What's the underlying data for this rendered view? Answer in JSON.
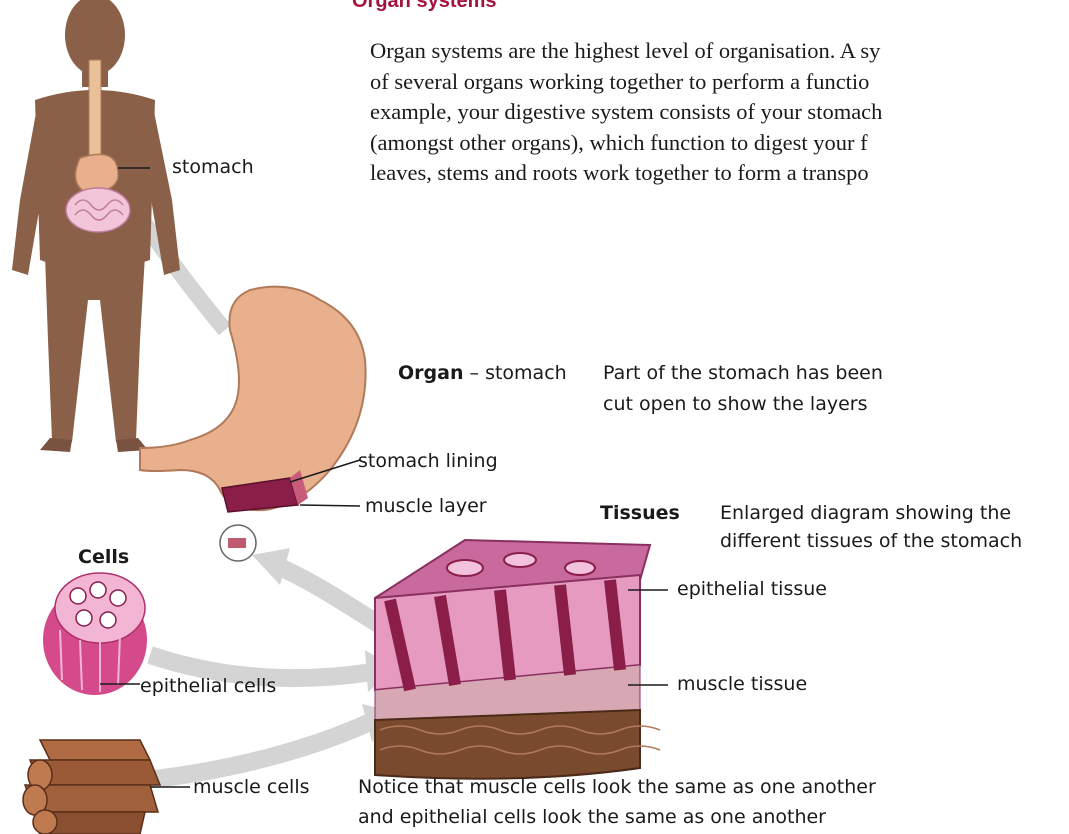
{
  "heading": "Organ systems",
  "paragraph": {
    "lines": [
      "Organ systems are the highest level of organisation. A sy",
      "of several organs working together to perform a functio",
      "example, your digestive system consists of your stomach",
      "(amongst other organs), which function to digest your f",
      "leaves, stems and roots work together to form a transpo"
    ]
  },
  "labels": {
    "stomach": "stomach",
    "organ_bold": "Organ",
    "organ_rest": " – stomach",
    "organ_desc_1": "Part of the stomach has been",
    "organ_desc_2": "cut open to show the layers",
    "stomach_lining": "stomach lining",
    "muscle_layer": "muscle layer",
    "tissues_bold": "Tissues",
    "tissues_desc_1": "Enlarged diagram showing the",
    "tissues_desc_2": "different tissues of the stomach",
    "cells_bold": "Cells",
    "epithelial_tissue": "epithelial tissue",
    "muscle_tissue": "muscle tissue",
    "epithelial_cells": "epithelial cells",
    "muscle_cells": "muscle cells",
    "notice_1": "Notice that muscle cells look the same as one another",
    "notice_2": "and epithelial cells look the same as one another"
  },
  "colors": {
    "heading": "#a3133b",
    "skin": "#8a6048",
    "stomach": "#e8b08c",
    "tissue_top": "#c86a9e",
    "tissue_front": "#e79ac0",
    "muscle_brown": "#7a4a2e",
    "arrow": "#d0d0d0"
  }
}
